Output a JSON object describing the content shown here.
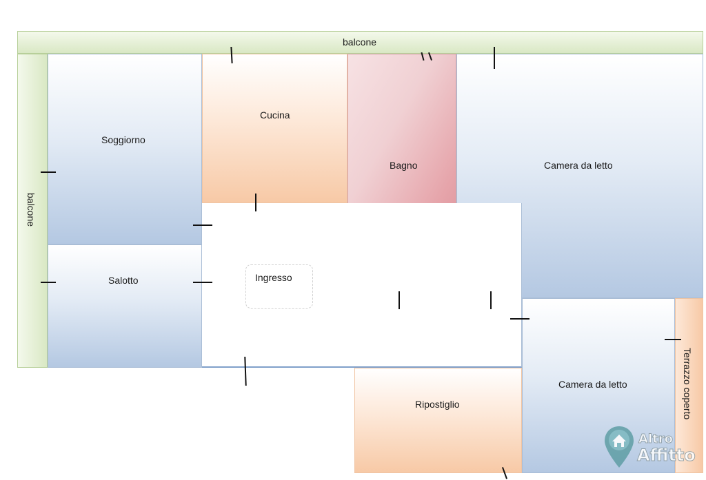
{
  "rooms": {
    "balcone_top": "balcone",
    "balcone_left": "balcone",
    "soggiorno": "Soggiorno",
    "cucina": "Cucina",
    "bagno": "Bagno",
    "camera1": "Camera da letto",
    "salotto": "Salotto",
    "ingresso": "Ingresso",
    "camera2": "Camera da letto",
    "ripostiglio": "Ripostiglio",
    "terrazzo": "Terrazzo coperto"
  },
  "watermark": {
    "line1": "Altro",
    "line2": "Affitto"
  },
  "colors": {
    "blue_room": "#b4c8e2",
    "orange_room": "#f7c9a6",
    "balcony": "#d9e8c4",
    "bathroom": "#d88890"
  }
}
